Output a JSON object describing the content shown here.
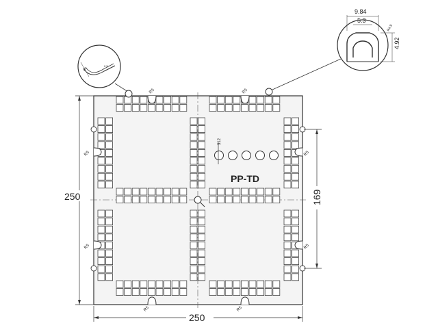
{
  "drawing": {
    "label": "PP-TD",
    "dimensions": {
      "overall_width": "250",
      "overall_height": "250",
      "side_span": "169",
      "slot_label_small": "312"
    },
    "detail_callout_right": {
      "width_outer": "9.84",
      "width_inner": "5.3",
      "height": "4.92",
      "radius": "R4.9"
    },
    "detail_callout_left": {
      "label_a": "R5",
      "label_b": "2.5"
    },
    "notch_labels": [
      "R5",
      "R5",
      "R5",
      "R5",
      "R5",
      "R5",
      "R5",
      "R5"
    ],
    "hole_row_count": 5
  }
}
